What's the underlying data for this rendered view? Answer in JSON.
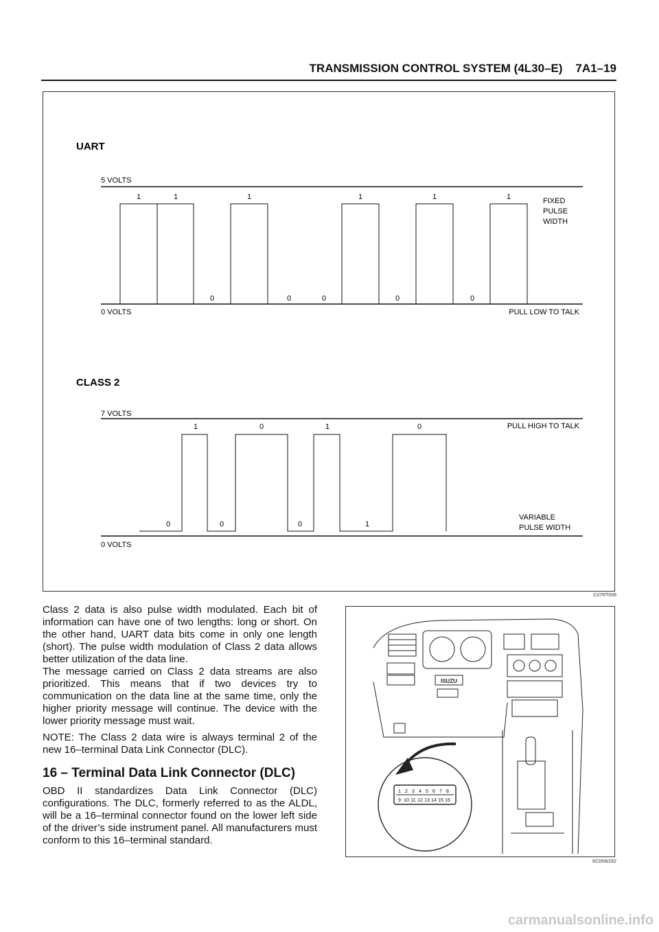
{
  "header": {
    "title": "TRANSMISSION CONTROL SYSTEM (4L30–E)    7A1–19"
  },
  "figure": {
    "code": "C07RT006",
    "uart": {
      "title": "UART",
      "top_label": "5 VOLTS",
      "bottom_label": "0 VOLTS",
      "right_top_label": [
        "FIXED",
        "PULSE",
        "WIDTH"
      ],
      "right_bottom_label": "PULL LOW TO TALK",
      "high_bits": [
        "1",
        "1",
        "1",
        "1",
        "1",
        "1"
      ],
      "low_bits": [
        "0",
        "0",
        "0",
        "0",
        "0"
      ]
    },
    "class2": {
      "title": "CLASS 2",
      "top_label": "7 VOLTS",
      "bottom_label": "0 VOLTS",
      "right_top_label": "PULL HIGH TO TALK",
      "right_bottom_label": [
        "VARIABLE",
        "PULSE WIDTH"
      ],
      "high_bits": [
        "1",
        "0",
        "1",
        "0"
      ],
      "low_bits": [
        "0",
        "0",
        "0",
        "1"
      ]
    }
  },
  "body": {
    "paragraph_1": "Class 2 data is also pulse width modulated. Each bit of information can have one of two lengths: long or short. On the other hand, UART data bits come in only one length (short). The pulse width modulation of Class 2 data allows better utilization of the data line.",
    "paragraph_2": "The message carried on Class 2 data streams are also prioritized. This means that if two devices try to communication on the data line at the same time, only the higher priority message will continue. The device with the lower priority message must wait.",
    "note": "NOTE: The Class 2 data wire is always terminal 2 of the new 16–terminal Data Link Connector (DLC).",
    "section_heading": "16 – Terminal Data Link Connector (DLC)",
    "paragraph_3": "OBD II standardizes Data Link Connector (DLC) configurations. The DLC, formerly referred to as the ALDL, will be a 16–terminal connector found on the lower left side of the driver’s side instrument panel. All manufacturers must conform to this 16–terminal standard."
  },
  "photo": {
    "code": "821RW262",
    "logo_text": "ISUZU",
    "connector_top_row": [
      "1",
      "2",
      "3",
      "4",
      "5",
      "6",
      "7",
      "8"
    ],
    "connector_bottom_row": [
      "9",
      "10",
      "11",
      "12",
      "13",
      "14",
      "15",
      "16"
    ]
  },
  "watermark": "carmanualsonline.info"
}
